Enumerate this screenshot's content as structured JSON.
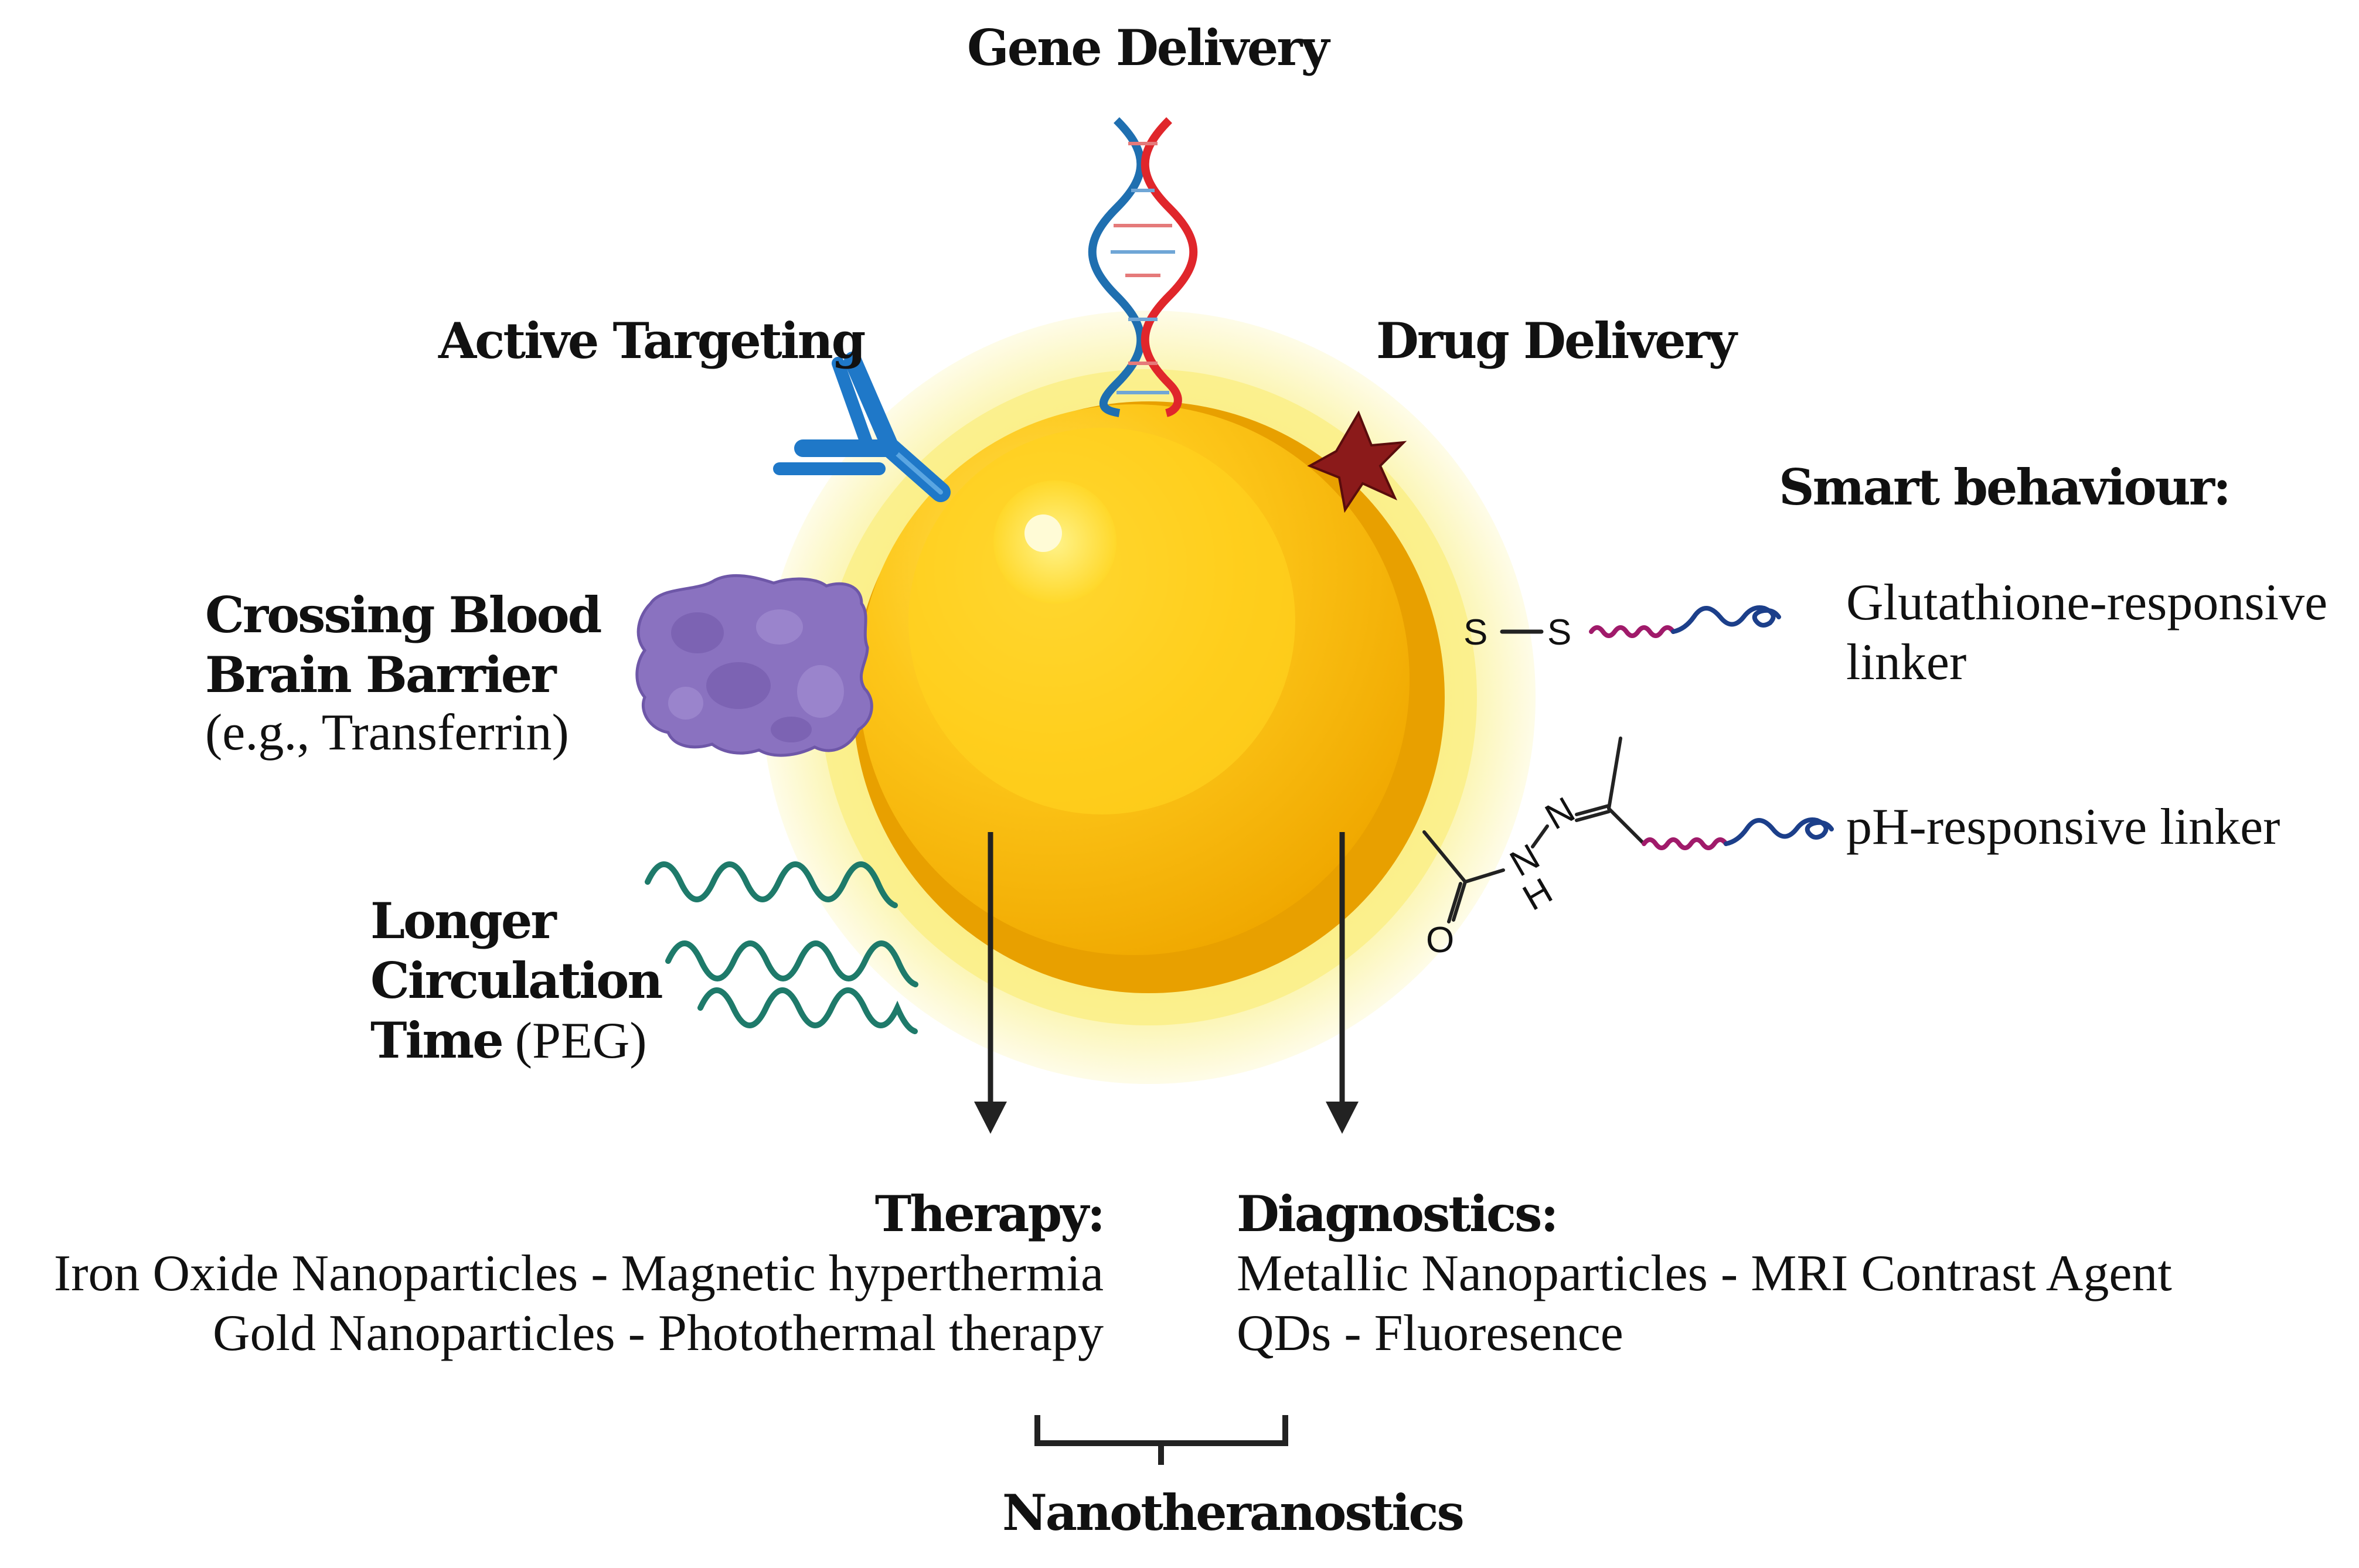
{
  "labels": {
    "gene_delivery": "Gene Delivery",
    "active_targeting": "Active Targeting",
    "drug_delivery": "Drug Delivery",
    "smart_behaviour": "Smart behaviour:",
    "glutathione_line1": "Glutathione-responsive",
    "glutathione_line2": "linker",
    "ph_linker": "pH-responsive linker",
    "bbb_line1": "Crossing Blood",
    "bbb_line2": "Brain Barrier",
    "bbb_line3": "(e.g., Transferrin)",
    "longer_line1": "Longer",
    "longer_line2": "Circulation",
    "longer_line3_bold": "Time",
    "longer_line3_reg": " (PEG)",
    "therapy_title": "Therapy:",
    "therapy_item1": "Iron Oxide Nanoparticles - Magnetic hyperthermia",
    "therapy_item2": "Gold Nanoparticles - Photothermal therapy",
    "diagnostics_title": "Diagnostics:",
    "diagnostics_item1": "Metallic Nanoparticles - MRI Contrast Agent",
    "diagnostics_item2": "QDs - Fluoresence",
    "nanotheranostics": "Nanotheranostics"
  },
  "chem": {
    "s1": "S",
    "s2": "S",
    "n1": "N",
    "n2": "N",
    "h": "H",
    "o": "O"
  },
  "colors": {
    "core": "#f7b500",
    "core_light": "#ffd21a",
    "halo_outer": "#fdfbd8",
    "halo_inner": "#fbf29a",
    "dna_red": "#e0262b",
    "dna_blue": "#1f6fb0",
    "antibody": "#1f78c8",
    "drug_star": "#8b1a1a",
    "protein": "#8a72c0",
    "peg": "#1e7a6a",
    "linker_magenta": "#a01a6a",
    "linker_blue": "#1c3f8a",
    "arrow": "#222222"
  }
}
